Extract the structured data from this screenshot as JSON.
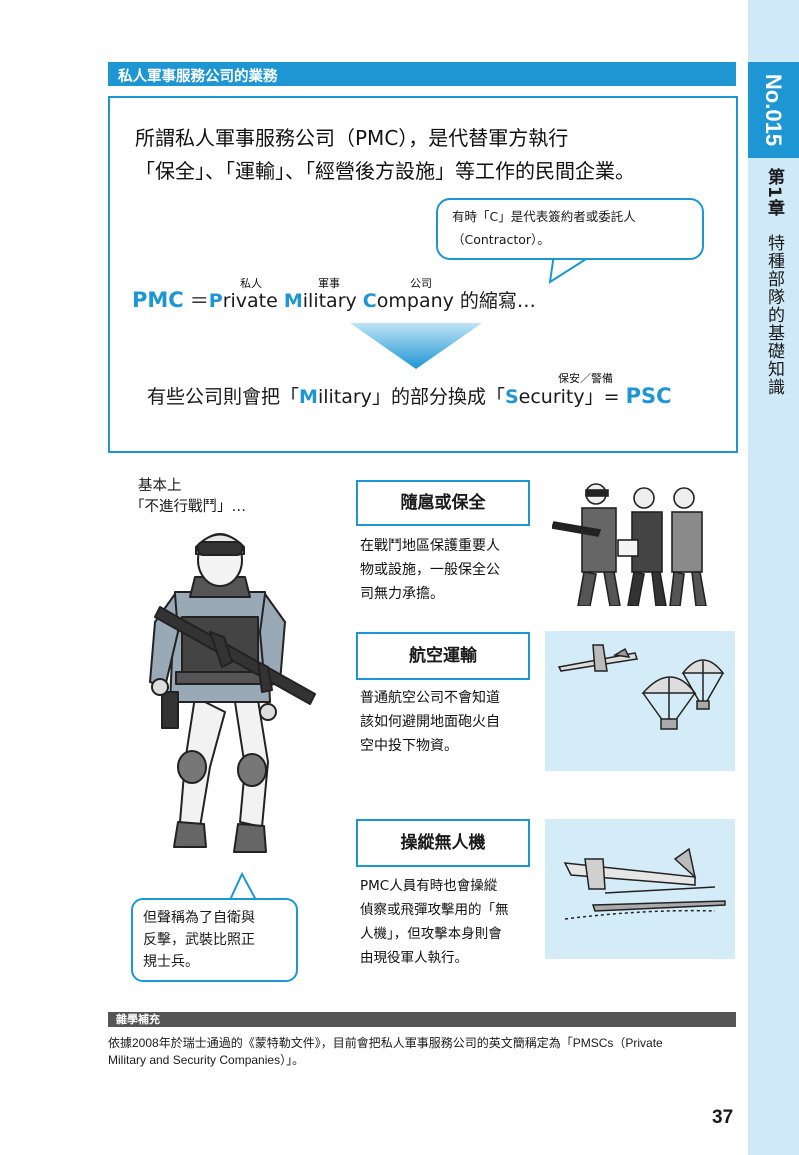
{
  "sidebar": {
    "number": "No.015",
    "chapter": "第1章",
    "title": "特種部隊的基礎知識"
  },
  "section_title": "私人軍事服務公司的業務",
  "intro": {
    "line1": "所謂私人軍事服務公司（PMC），是代替軍方執行",
    "line2": "「保全」、「運輸」、「經營後方設施」等工作的民間企業。"
  },
  "note_bubble": {
    "line1": "有時「C」是代表簽約者或委託人",
    "line2": "（Contractor）。"
  },
  "pmc_def": {
    "pmc": "PMC",
    "eq": " ＝",
    "p": "P",
    "rivate": "rivate ",
    "m": "M",
    "ilitary": "ilitary ",
    "c": "C",
    "ompany": "ompany",
    "suffix": " 的縮寫…",
    "ruby_private": "私人",
    "ruby_military": "軍事",
    "ruby_company": "公司"
  },
  "psc_def": {
    "prefix": "有些公司則會把「",
    "m": "M",
    "ilitary": "ilitary",
    "middle": "」的部分換成「",
    "s": "S",
    "ecurity": "ecurity",
    "end": "」= ",
    "psc": "PSC",
    "ruby_security": "保安／警備"
  },
  "soldier": {
    "top_label_1": "基本上",
    "top_label_2": "「不進行戰鬥」…",
    "bubble_1": "但聲稱為了自衛與",
    "bubble_2": "反擊，武裝比照正",
    "bubble_3": "規士兵。"
  },
  "services": [
    {
      "title": "隨扈或保全",
      "lines": [
        "在戰鬥地區保護重要人",
        "物或設施，一般保全公",
        "司無力承擔。"
      ]
    },
    {
      "title": "航空運輸",
      "lines": [
        "普通航空公司不會知道",
        "該如何避開地面砲火自",
        "空中投下物資。"
      ]
    },
    {
      "title": "操縱無人機",
      "lines": [
        "PMC人員有時也會操縱",
        "偵察或飛彈攻擊用的「無",
        "人機」，但攻擊本身則會",
        "由現役軍人執行。"
      ]
    }
  ],
  "trivia": {
    "label": "雜學補充",
    "line1": "依據2008年於瑞士通過的《蒙特勒文件》，目前會把私人軍事服務公司的英文簡稱定為「PMSCs（Private",
    "line2": "Military and Security Companies）」。"
  },
  "page_number": "37",
  "colors": {
    "accent": "#1e96d3",
    "side_tab": "#cfe9f8",
    "picture_bg": "#d4ecf8"
  }
}
